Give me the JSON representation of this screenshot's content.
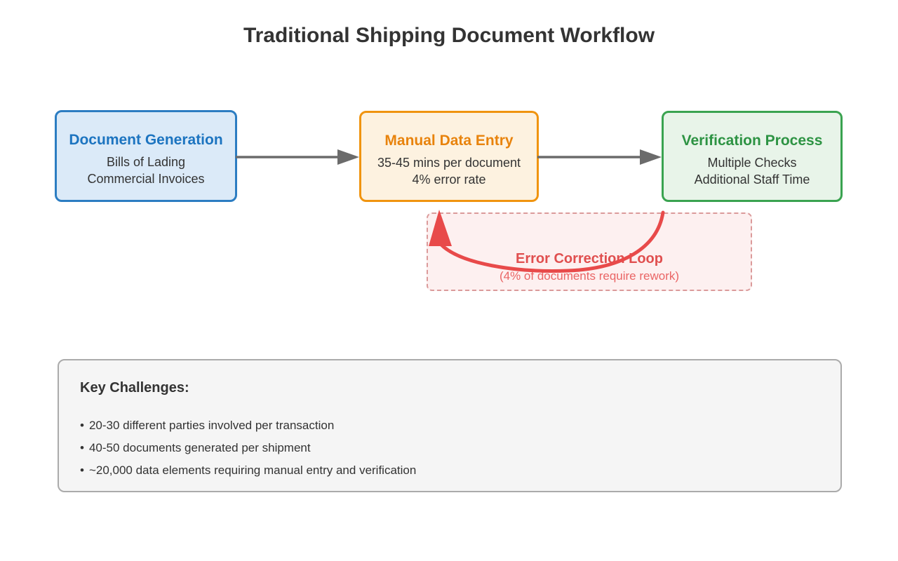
{
  "page": {
    "title": "Traditional Shipping Document Workflow"
  },
  "workflow": {
    "nodes": [
      {
        "title": "Document Generation",
        "line1": "Bills of Lading",
        "line2": "Commercial Invoices"
      },
      {
        "title": "Manual Data Entry",
        "line1": "35-45 mins per document",
        "line2": "4% error rate"
      },
      {
        "title": "Verification Process",
        "line1": "Multiple Checks",
        "line2": "Additional Staff Time"
      }
    ]
  },
  "error_loop": {
    "title": "Error Correction Loop",
    "subtitle": "(4% of documents require rework)"
  },
  "challenges": {
    "heading": "Key Challenges:",
    "bullet": "•",
    "items": [
      "20-30 different parties involved per transaction",
      "40-50 documents generated per shipment",
      "~20,000 data elements requiring manual entry and verification"
    ]
  },
  "colors": {
    "title_text": "#333333",
    "blue_accent": "#1c74c0",
    "blue_border": "#2c7dc2",
    "blue_fill": "#dbeaf8",
    "orange_accent": "#e8830c",
    "orange_border": "#f0940f",
    "orange_fill": "#fdf2e0",
    "green_accent": "#2d9343",
    "green_border": "#3aa350",
    "green_fill": "#e8f4e9",
    "loop_red": "#e84a4a",
    "loop_title_red": "#e04f4f",
    "loop_subtitle_red": "#ea6565",
    "loop_dash_border": "#db9a9a",
    "loop_fill": "#fdf0f0",
    "arrow_gray": "#6b6b6b",
    "challenges_fill": "#f5f5f5",
    "challenges_border": "#ababab"
  }
}
